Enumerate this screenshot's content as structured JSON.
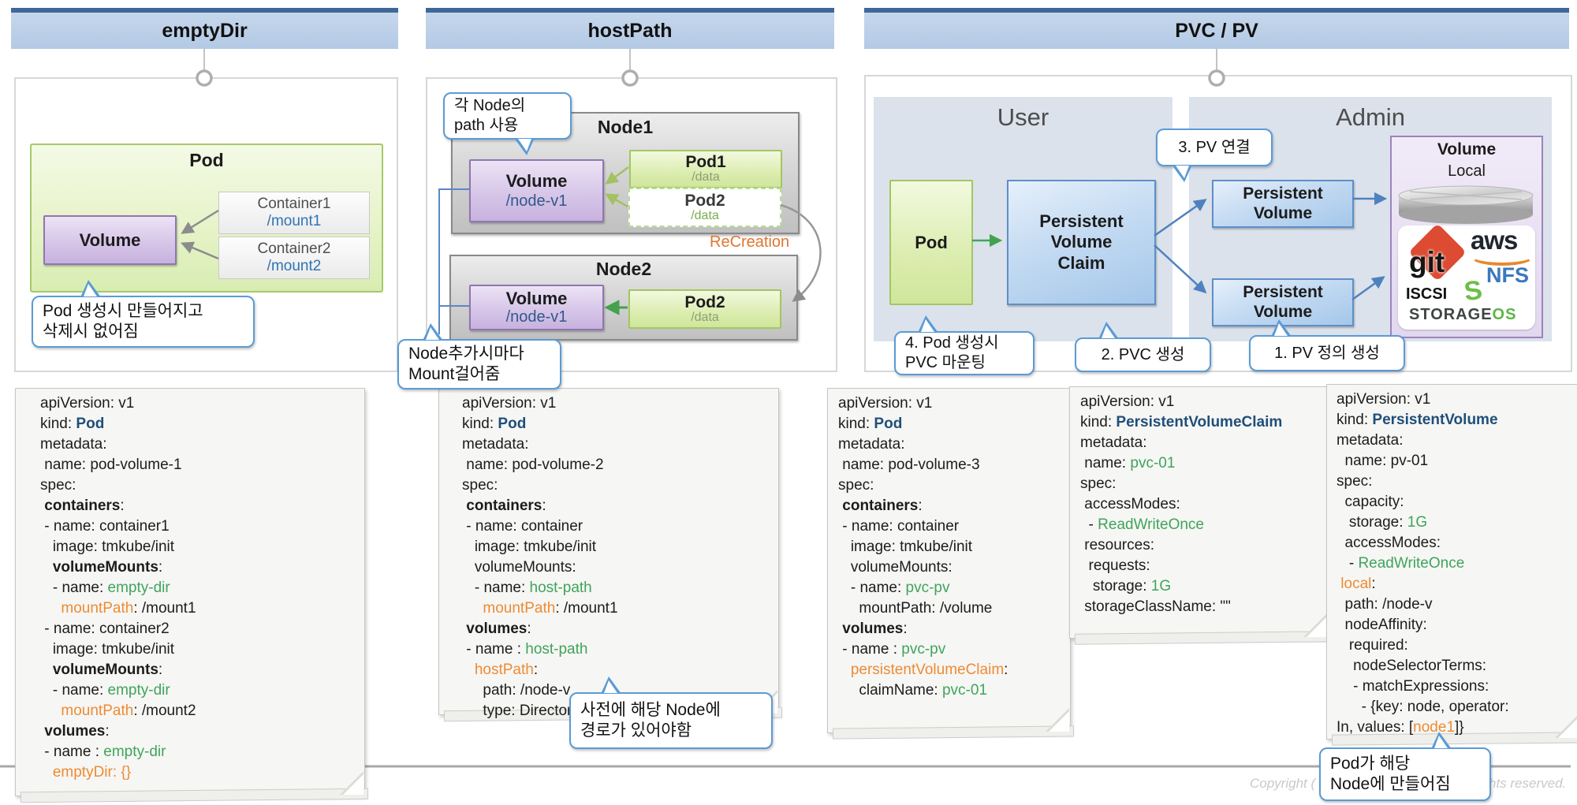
{
  "headers": {
    "items": [
      {
        "label": "emptyDir"
      },
      {
        "label": "hostPath"
      },
      {
        "label": "PVC / PV"
      }
    ]
  },
  "colors": {
    "header_bar": "#b3c9e4",
    "header_stripe": "#3f6899",
    "callout_border": "#5b9bd5",
    "yaml_kind_blue": "#1f4e79",
    "yaml_value_green": "#3fa45b",
    "yaml_key_orange": "#ee8b33",
    "recreation_orange": "#e0762f",
    "mount_blue": "#2e74b5"
  },
  "panel_empty_dir": {
    "pod_title": "Pod",
    "volume_label": "Volume",
    "containers": [
      {
        "name": "Container1",
        "mount": "/mount1"
      },
      {
        "name": "Container2",
        "mount": "/mount2"
      }
    ],
    "callout": "Pod 생성시 만들어지고\n삭제시 없어짐"
  },
  "panel_host_path": {
    "callout_top": "각 Node의\npath 사용",
    "node1_title": "Node1",
    "node2_title": "Node2",
    "volume1": {
      "label": "Volume",
      "path": "/node-v1"
    },
    "volume2": {
      "label": "Volume",
      "path": "/node-v1"
    },
    "pod1": {
      "name": "Pod1",
      "path": "/data"
    },
    "pod2_ghost": {
      "name": "Pod2",
      "path": "/data"
    },
    "pod2": {
      "name": "Pod2",
      "path": "/data"
    },
    "recreation_label": "ReCreation",
    "callout_bottom": "Node추가시마다\nMount걸어줌"
  },
  "panel_pvc_pv": {
    "user_label": "User",
    "admin_label": "Admin",
    "pod_label": "Pod",
    "pvc_label": "Persistent\nVolume\nClaim",
    "pv1_label": "Persistent\nVolume",
    "pv2_label": "Persistent\nVolume",
    "volume_title": "Volume",
    "volume_subtitle": "Local",
    "logos": {
      "git": "git",
      "aws": "aws",
      "nfs": "NFS",
      "iscsi": "ISCSI",
      "storageos_a": "STORAGE",
      "storageos_b": "OS",
      "storageos_icon": "S"
    },
    "callout_pv_connect": "3. PV 연결",
    "callout_pod_mount": "4. Pod 생성시\nPVC 마운팅",
    "callout_pvc_create": "2. PVC 생성",
    "callout_pv_create": "1. PV 정의 생성",
    "callout_node_placed": "Pod가 해당\nNode에 만들어짐"
  },
  "note_callout_hostpath": "사전에 해당 Node에\n경로가 있어야함",
  "footer": {
    "copyright_left": "Copyright (",
    "copyright_right": "hts reserved."
  },
  "notes": [
    {
      "lines": [
        [
          [
            "p",
            "apiVersion: v1"
          ]
        ],
        [
          [
            "p",
            "kind: "
          ],
          [
            "k",
            "Pod"
          ]
        ],
        [
          [
            "p",
            "metadata:"
          ]
        ],
        [
          [
            "p",
            " name: pod-volume-1"
          ]
        ],
        [
          [
            "p",
            "spec:"
          ]
        ],
        [
          [
            "p",
            " "
          ],
          [
            "b",
            "containers"
          ],
          [
            "p",
            ":"
          ]
        ],
        [
          [
            "p",
            " - name: container1"
          ]
        ],
        [
          [
            "p",
            "   image: tmkube/init"
          ]
        ],
        [
          [
            "p",
            "   "
          ],
          [
            "b",
            "volumeMounts"
          ],
          [
            "p",
            ":"
          ]
        ],
        [
          [
            "p",
            "   - name: "
          ],
          [
            "g",
            "empty-dir"
          ]
        ],
        [
          [
            "p",
            "     "
          ],
          [
            "o",
            "mountPath"
          ],
          [
            "p",
            ": /mount1"
          ]
        ],
        [
          [
            "p",
            " - name: container2"
          ]
        ],
        [
          [
            "p",
            "   image: tmkube/init"
          ]
        ],
        [
          [
            "p",
            "   "
          ],
          [
            "b",
            "volumeMounts"
          ],
          [
            "p",
            ":"
          ]
        ],
        [
          [
            "p",
            "   - name: "
          ],
          [
            "g",
            "empty-dir"
          ]
        ],
        [
          [
            "p",
            "     "
          ],
          [
            "o",
            "mountPath"
          ],
          [
            "p",
            ": /mount2"
          ]
        ],
        [
          [
            "p",
            " "
          ],
          [
            "b",
            "volumes"
          ],
          [
            "p",
            ":"
          ]
        ],
        [
          [
            "p",
            " - name : "
          ],
          [
            "g",
            "empty-dir"
          ]
        ],
        [
          [
            "p",
            "   "
          ],
          [
            "o",
            "emptyDir: {}"
          ]
        ]
      ]
    },
    {
      "lines": [
        [
          [
            "p",
            "apiVersion: v1"
          ]
        ],
        [
          [
            "p",
            "kind: "
          ],
          [
            "k",
            "Pod"
          ]
        ],
        [
          [
            "p",
            "metadata:"
          ]
        ],
        [
          [
            "p",
            " name: pod-volume-2"
          ]
        ],
        [
          [
            "p",
            "spec:"
          ]
        ],
        [
          [
            "p",
            " "
          ],
          [
            "b",
            "containers"
          ],
          [
            "p",
            ":"
          ]
        ],
        [
          [
            "p",
            " - name: container"
          ]
        ],
        [
          [
            "p",
            "   image: tmkube/init"
          ]
        ],
        [
          [
            "p",
            "   volumeMounts:"
          ]
        ],
        [
          [
            "p",
            "   - name: "
          ],
          [
            "g",
            "host-path"
          ]
        ],
        [
          [
            "p",
            "     "
          ],
          [
            "o",
            "mountPath"
          ],
          [
            "p",
            ": /mount1"
          ]
        ],
        [
          [
            "p",
            " "
          ],
          [
            "b",
            "volumes"
          ],
          [
            "p",
            ":"
          ]
        ],
        [
          [
            "p",
            " - name : "
          ],
          [
            "g",
            "host-path"
          ]
        ],
        [
          [
            "p",
            "   "
          ],
          [
            "o",
            "hostPath"
          ],
          [
            "p",
            ":"
          ]
        ],
        [
          [
            "p",
            "     path: /node-v"
          ]
        ],
        [
          [
            "p",
            "     type: Directory"
          ]
        ]
      ]
    },
    {
      "lines": [
        [
          [
            "p",
            "apiVersion: v1"
          ]
        ],
        [
          [
            "p",
            "kind: "
          ],
          [
            "k",
            "Pod"
          ]
        ],
        [
          [
            "p",
            "metadata:"
          ]
        ],
        [
          [
            "p",
            " name: pod-volume-3"
          ]
        ],
        [
          [
            "p",
            "spec:"
          ]
        ],
        [
          [
            "p",
            " "
          ],
          [
            "b",
            "containers"
          ],
          [
            "p",
            ":"
          ]
        ],
        [
          [
            "p",
            " - name: container"
          ]
        ],
        [
          [
            "p",
            "   image: tmkube/init"
          ]
        ],
        [
          [
            "p",
            "   volumeMounts:"
          ]
        ],
        [
          [
            "p",
            "   - name: "
          ],
          [
            "g",
            "pvc-pv"
          ]
        ],
        [
          [
            "p",
            "     mountPath: /volume"
          ]
        ],
        [
          [
            "p",
            " "
          ],
          [
            "b",
            "volumes"
          ],
          [
            "p",
            ":"
          ]
        ],
        [
          [
            "p",
            " - name : "
          ],
          [
            "g",
            "pvc-pv"
          ]
        ],
        [
          [
            "p",
            "   "
          ],
          [
            "o",
            "persistentVolumeClaim"
          ],
          [
            "p",
            ":"
          ]
        ],
        [
          [
            "p",
            "     claimName: "
          ],
          [
            "g",
            "pvc-01"
          ]
        ]
      ]
    },
    {
      "lines": [
        [
          [
            "p",
            "apiVersion: v1"
          ]
        ],
        [
          [
            "p",
            "kind: "
          ],
          [
            "k",
            "PersistentVolumeClaim"
          ]
        ],
        [
          [
            "p",
            "metadata:"
          ]
        ],
        [
          [
            "p",
            " name: "
          ],
          [
            "g",
            "pvc-01"
          ]
        ],
        [
          [
            "p",
            "spec:"
          ]
        ],
        [
          [
            "p",
            " accessModes:"
          ]
        ],
        [
          [
            "p",
            "  - "
          ],
          [
            "g",
            "ReadWriteOnce"
          ]
        ],
        [
          [
            "p",
            " resources:"
          ]
        ],
        [
          [
            "p",
            "  requests:"
          ]
        ],
        [
          [
            "p",
            "   storage: "
          ],
          [
            "g",
            "1G"
          ]
        ],
        [
          [
            "p",
            " storageClassName: \"\""
          ]
        ]
      ]
    },
    {
      "lines": [
        [
          [
            "p",
            "apiVersion: v1"
          ]
        ],
        [
          [
            "p",
            "kind: "
          ],
          [
            "k",
            "PersistentVolume"
          ]
        ],
        [
          [
            "p",
            "metadata:"
          ]
        ],
        [
          [
            "p",
            "  name: pv-01"
          ]
        ],
        [
          [
            "p",
            "spec:"
          ]
        ],
        [
          [
            "p",
            "  capacity:"
          ]
        ],
        [
          [
            "p",
            "   storage: "
          ],
          [
            "g",
            "1G"
          ]
        ],
        [
          [
            "p",
            "  accessModes:"
          ]
        ],
        [
          [
            "p",
            "   - "
          ],
          [
            "g",
            "ReadWriteOnce"
          ]
        ],
        [
          [
            "p",
            " "
          ],
          [
            "o",
            "local"
          ],
          [
            "p",
            ":"
          ]
        ],
        [
          [
            "p",
            "  path: /node-v"
          ]
        ],
        [
          [
            "p",
            "  nodeAffinity:"
          ]
        ],
        [
          [
            "p",
            "   required:"
          ]
        ],
        [
          [
            "p",
            "    nodeSelectorTerms:"
          ]
        ],
        [
          [
            "p",
            "    - matchExpressions:"
          ]
        ],
        [
          [
            "p",
            "      - {key: node, operator:"
          ]
        ],
        [
          [
            "p",
            "In, values: ["
          ],
          [
            "o",
            "node1"
          ],
          [
            "p",
            "]}"
          ]
        ]
      ]
    }
  ]
}
